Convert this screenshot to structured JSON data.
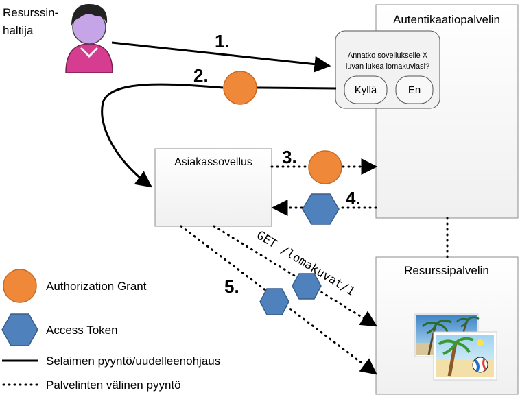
{
  "resource_owner": {
    "line1": "Resurssin-",
    "line2": "haltija"
  },
  "auth_server": {
    "title": "Autentikaatiopalvelin"
  },
  "consent_dialog": {
    "question_line1": "Annatko sovellukselle X",
    "question_line2": "luvan lukea lomakuviasi?",
    "yes_label": "Kyllä",
    "no_label": "En"
  },
  "client_app": {
    "title": "Asiakassovellus"
  },
  "resource_server": {
    "title": "Resurssipalvelin"
  },
  "steps": {
    "s1": "1.",
    "s2": "2.",
    "s3": "3.",
    "s4": "4.",
    "s5": "5."
  },
  "request_path": "GET /lomakuvat/1",
  "legend": {
    "grant": "Authorization Grant",
    "token": "Access Token",
    "browser": "Selaimen pyyntö/uudelleenohjaus",
    "server": "Palvelinten välinen pyyntö"
  },
  "colors": {
    "grant_fill": "#f0883a",
    "grant_stroke": "#c86a23",
    "token_fill": "#4f81bd",
    "token_stroke": "#385d8a",
    "person_fill": "#d63c8f",
    "person_face": "#c6a4e8",
    "box_fill": "#f7f7f7",
    "box_stroke": "#8c8c8c"
  }
}
